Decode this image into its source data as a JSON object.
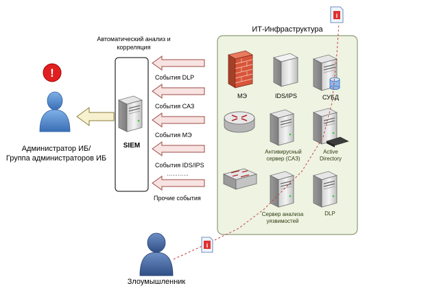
{
  "infra": {
    "title": "ИТ-Инфраструктура",
    "nodes": {
      "firewall": "МЭ",
      "ids": "IDS/IPS",
      "db": "СУБД",
      "antivirus": [
        "Антивирусный",
        "сервер (САЗ)"
      ],
      "ad": [
        "Active",
        "Directory"
      ],
      "vuln_scanner": [
        "Сервер анализа",
        "уязвимостей"
      ],
      "dlp": "DLP"
    }
  },
  "siem": {
    "label": "SIEM",
    "caption": [
      "Автоматический анализ и",
      "корреляция"
    ]
  },
  "events": [
    "События DLP",
    "События САЗ",
    "События МЭ",
    "События IDS/IPS",
    "…………",
    "Прочие события"
  ],
  "admin": {
    "label": [
      "Администратор ИБ/",
      "Группа администраторов ИБ"
    ],
    "alert_glyph": "!"
  },
  "attacker": {
    "label": "Злоумышленник"
  },
  "incident_glyph": "i",
  "colors": {
    "infra_bg": "#eef3e2",
    "infra_border": "#8c9a74",
    "arrow_fill": "#f7e3e1",
    "arrow_stroke": "#9b4a44",
    "admin_arrow_fill": "#f8f1cf",
    "admin_arrow_stroke": "#8a7a3a",
    "alert_red": "#e02020",
    "person_blue": "#4a7fc4",
    "attacker_blue": "#3f5e96"
  }
}
